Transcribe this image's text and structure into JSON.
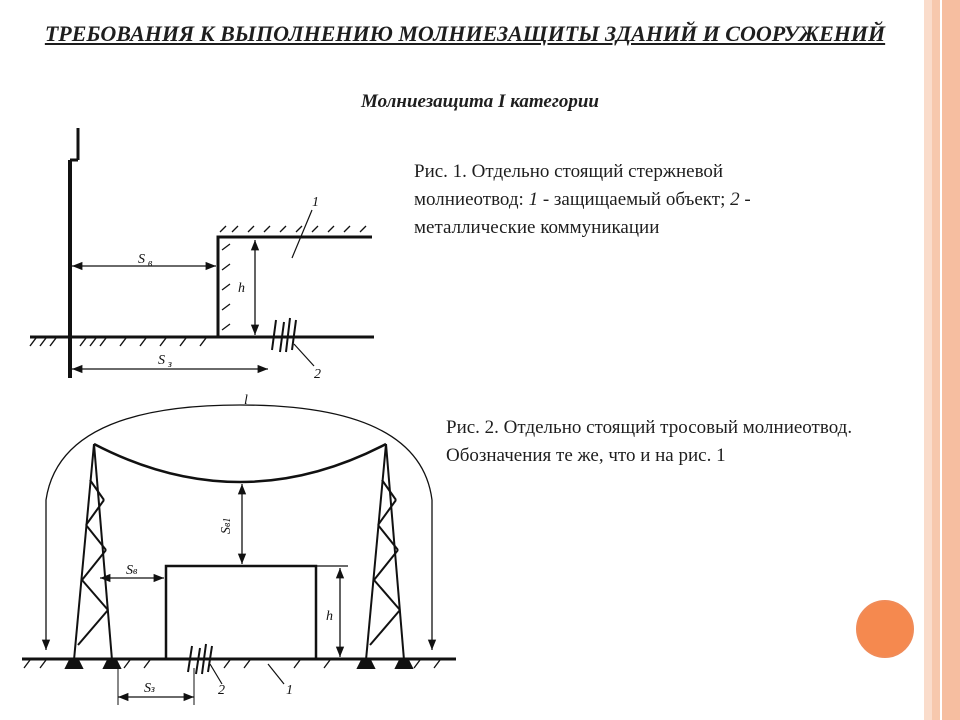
{
  "slide": {
    "title": "ТРЕБОВАНИЯ К ВЫПОЛНЕНИЮ МОЛНИЕЗАЩИТЫ ЗДАНИЙ И СООРУЖЕНИЙ",
    "subtitle": "Молниезащита I категории"
  },
  "figure1": {
    "caption_prefix": "Рис. 1. Отдельно стоящий стержневой молниеотвод: ",
    "item1_num": "1",
    "item1_text": " - защищаемый объект; ",
    "item2_num": "2",
    "item2_text": " - металлические коммуникации",
    "labels": {
      "obj": "1",
      "comm": "2",
      "s_air": "S",
      "s_air_sub": "в",
      "s_ground": "S",
      "s_ground_sub": "з",
      "height": "h"
    }
  },
  "figure2": {
    "caption": "Рис. 2. Отдельно стоящий тросовый молниеотвод. Обозначения те же, что и на рис. 1",
    "labels": {
      "span": "l",
      "s_cable": "S",
      "s_cable_sub": "в1",
      "s_air": "S",
      "s_air_sub": "в",
      "height": "h",
      "s_ground": "S",
      "s_ground_sub": "з",
      "comm": "2",
      "obj": "1"
    }
  },
  "decor": {
    "stripe_colors": [
      "#f7cdb7",
      "#f3b597",
      "#ef9f7a"
    ],
    "accent": "#f5894f"
  }
}
